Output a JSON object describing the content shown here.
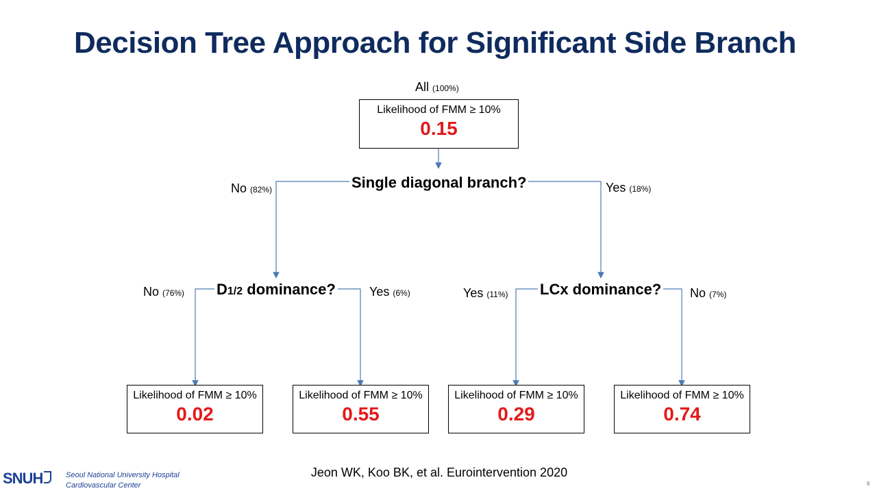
{
  "title": "Decision Tree Approach for Significant Side Branch",
  "root": {
    "group_label": "All",
    "group_pct": "(100%)",
    "likelihood_label": "Likelihood of FMM ≥ 10%",
    "value": "0.15"
  },
  "q1": {
    "question": "Single diagonal branch?",
    "no_label": "No",
    "no_pct": "(82%)",
    "yes_label": "Yes",
    "yes_pct": "(18%)"
  },
  "q2_left": {
    "question_prefix": "D",
    "question_sub": "1/2",
    "question_suffix": " dominance?",
    "no_label": "No",
    "no_pct": "(76%)",
    "yes_label": "Yes",
    "yes_pct": "(6%)"
  },
  "q2_right": {
    "question": "LCx dominance?",
    "yes_label": "Yes",
    "yes_pct": "(11%)",
    "no_label": "No",
    "no_pct": "(7%)"
  },
  "leaves": [
    {
      "likelihood_label": "Likelihood of FMM ≥ 10%",
      "value": "0.02"
    },
    {
      "likelihood_label": "Likelihood of FMM ≥ 10%",
      "value": "0.55"
    },
    {
      "likelihood_label": "Likelihood of FMM ≥ 10%",
      "value": "0.29"
    },
    {
      "likelihood_label": "Likelihood of FMM ≥ 10%",
      "value": "0.74"
    }
  ],
  "citation": "Jeon WK, Koo BK, et al. Eurointervention 2020",
  "footer": {
    "logo_text": "SNUH",
    "org_line1": "Seoul National University Hospital",
    "org_line2": "Cardiovascular Center",
    "page_number": "8"
  },
  "colors": {
    "title": "#0f2b5e",
    "value": "#e3191b",
    "connector": "#4a7ab5",
    "logo": "#1b3f94"
  }
}
